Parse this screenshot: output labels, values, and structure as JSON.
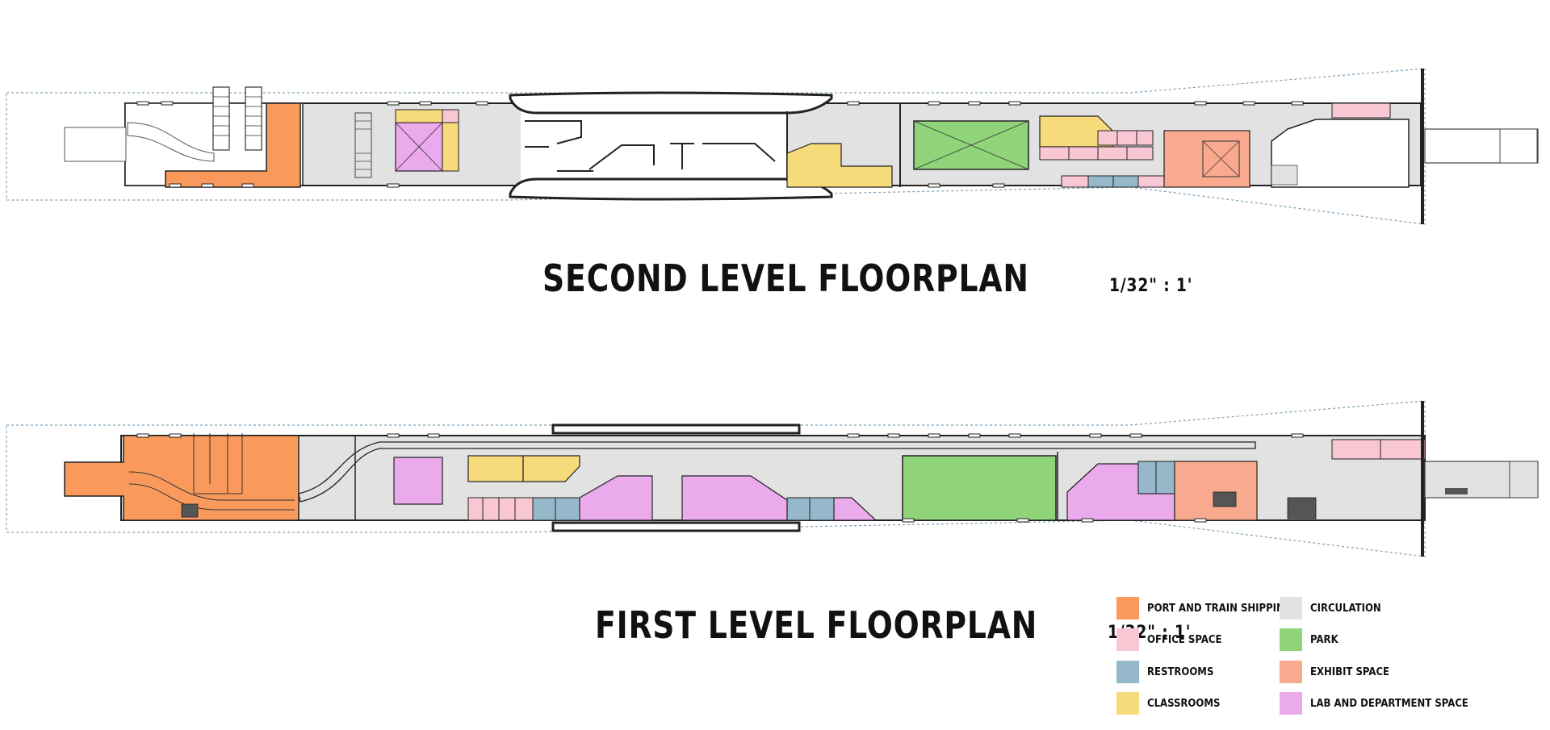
{
  "second_level": {
    "title": "SECOND LEVEL FLOORPLAN",
    "scale": "1/32\" : 1'"
  },
  "first_level": {
    "title": "FIRST LEVEL FLOORPLAN",
    "scale": "1/32\" : 1'"
  },
  "legend": [
    {
      "key": "port",
      "label": "PORT AND TRAIN SHIPPING",
      "color": "#F99A5C"
    },
    {
      "key": "office",
      "label": "OFFICE SPACE",
      "color": "#F9C6D3"
    },
    {
      "key": "restrooms",
      "label": "RESTROOMS",
      "color": "#95B8CA"
    },
    {
      "key": "classrooms",
      "label": "CLASSROOMS",
      "color": "#F7DB7B"
    },
    {
      "key": "circulation",
      "label": "CIRCULATION",
      "color": "#E2E2E2"
    },
    {
      "key": "park",
      "label": "PARK",
      "color": "#90D47A"
    },
    {
      "key": "exhibit",
      "label": "EXHIBIT SPACE",
      "color": "#F8A98E"
    },
    {
      "key": "lab",
      "label": "LAB AND DEPARTMENT SPACE",
      "color": "#EBAAEC"
    }
  ],
  "colors": {
    "wall": "#222222",
    "site_outline": "#7FA0B8",
    "background": "#FFFFFF"
  }
}
